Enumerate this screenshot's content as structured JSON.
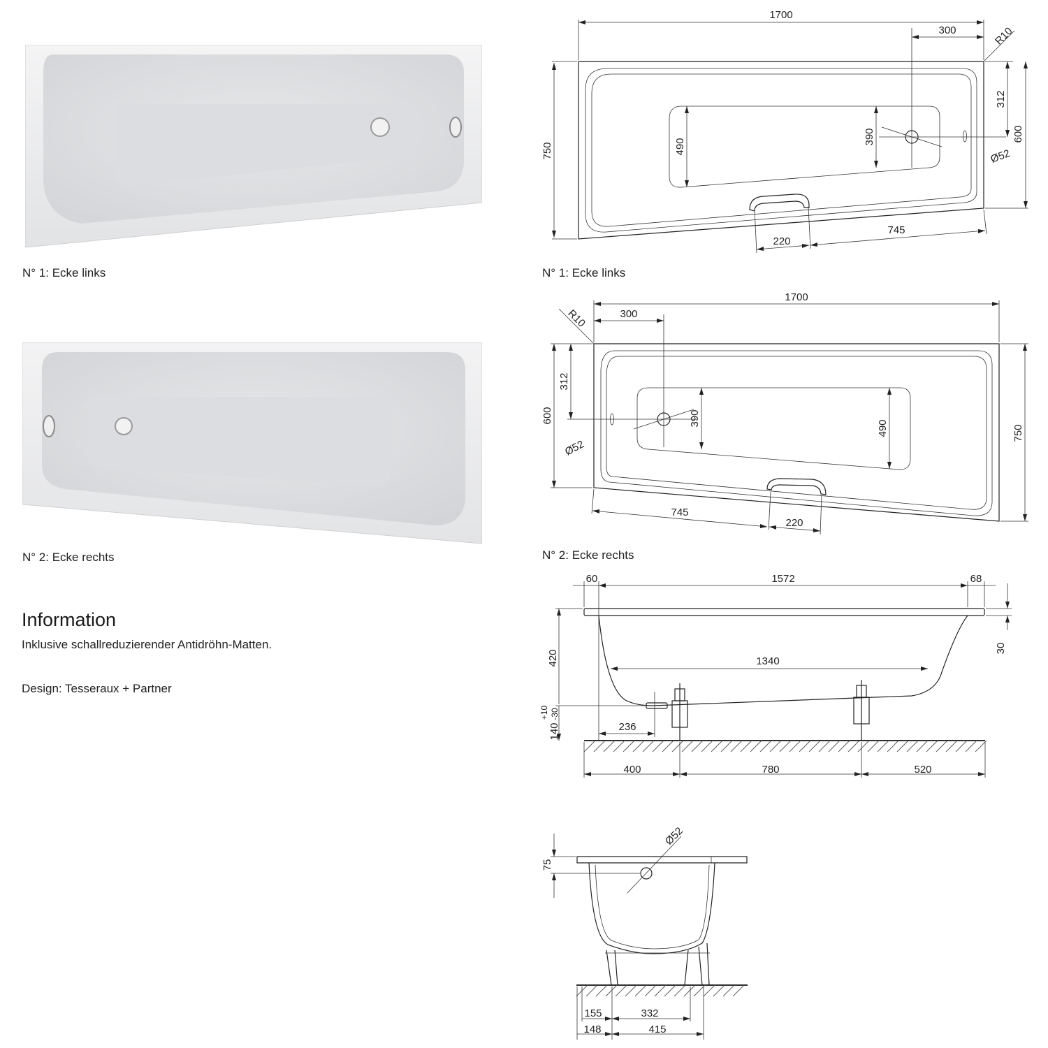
{
  "photos": {
    "photo1_label": "N° 1: Ecke links",
    "photo2_label": "N° 2: Ecke rechts"
  },
  "info": {
    "heading": "Information",
    "text": "Inklusive schallreduzierender Antidröhn-Matten.",
    "design": "Design: Tesseraux + Partner"
  },
  "plan_left": {
    "caption": "N° 1: Ecke links",
    "length": "1700",
    "outlet_offset": "300",
    "radius": "R10",
    "depth_total": "750",
    "inner_left": "490",
    "inner_right": "390",
    "outlet_from_top": "312",
    "width_right": "600",
    "drain_dia": "Ø52",
    "handle": "220",
    "handle_to_end": "745"
  },
  "plan_right": {
    "caption": "N° 2: Ecke rechts",
    "length": "1700",
    "outlet_offset": "300",
    "radius": "R10",
    "outlet_from_top": "312",
    "width_left": "600",
    "inner_left": "390",
    "inner_right": "490",
    "depth_total": "750",
    "drain_dia": "Ø52",
    "handle_to_end": "745",
    "handle": "220"
  },
  "side_view": {
    "left_rim": "60",
    "inner_length": "1572",
    "right_rim": "68",
    "height": "420",
    "rim_thickness": "30",
    "bottom_length": "1340",
    "adjust_plus": "+10",
    "adjust_minus": "-30",
    "foot_height": "140",
    "drain_offset": "236",
    "foot_1": "400",
    "foot_spacing": "780",
    "foot_2": "520"
  },
  "end_view": {
    "drain_dia": "Ø52",
    "rim_height": "75",
    "dim_155": "155",
    "dim_332": "332",
    "dim_148": "148",
    "dim_415": "415"
  }
}
